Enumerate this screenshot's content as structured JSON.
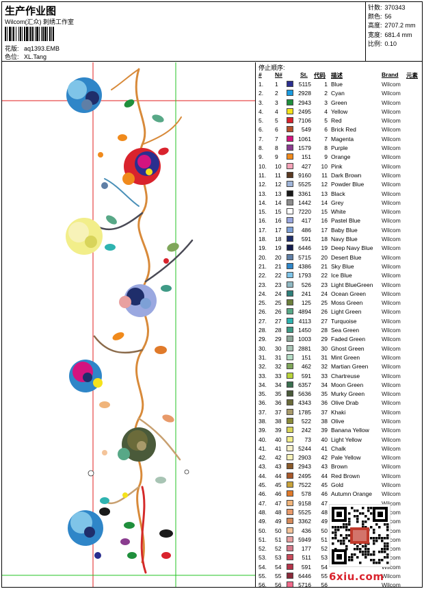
{
  "header": {
    "title": "生产作业图",
    "company": "Wilcom(汇众) 刺绣工作室",
    "pattern_label": "花版:",
    "pattern_value": "aq1393.EMB",
    "color_label": "色位:",
    "color_value": "XL.Tang"
  },
  "stats": [
    {
      "label": "针数:",
      "value": "370343"
    },
    {
      "label": "颜色:",
      "value": "56"
    },
    {
      "label": "高度:",
      "value": "2707.2 mm"
    },
    {
      "label": "宽度:",
      "value": "681.4 mm"
    },
    {
      "label": "比例:",
      "value": "0.10"
    }
  ],
  "stop_sequence": {
    "title": "停止顺序:",
    "columns": [
      "#",
      "N#",
      "St.",
      "代码",
      "描述",
      "Brand",
      "元素"
    ],
    "rows": [
      {
        "idx": "1.",
        "no": "1",
        "color": "#2b2f8f",
        "st": "5115",
        "code": "1",
        "desc": "Blue",
        "brand": "Wilcom"
      },
      {
        "idx": "2.",
        "no": "2",
        "color": "#1a9be0",
        "st": "2928",
        "code": "2",
        "desc": "Cyan",
        "brand": "Wilcom"
      },
      {
        "idx": "3.",
        "no": "3",
        "color": "#1f8f3c",
        "st": "2943",
        "code": "3",
        "desc": "Green",
        "brand": "Wilcom"
      },
      {
        "idx": "4.",
        "no": "4",
        "color": "#f5e21b",
        "st": "2495",
        "code": "4",
        "desc": "Yellow",
        "brand": "Wilcom"
      },
      {
        "idx": "5.",
        "no": "5",
        "color": "#d9232d",
        "st": "7106",
        "code": "5",
        "desc": "Red",
        "brand": "Wilcom"
      },
      {
        "idx": "6.",
        "no": "6",
        "color": "#b5502c",
        "st": "549",
        "code": "6",
        "desc": "Brick Red",
        "brand": "Wilcom"
      },
      {
        "idx": "7.",
        "no": "7",
        "color": "#d4147f",
        "st": "1061",
        "code": "7",
        "desc": "Magenta",
        "brand": "Wilcom"
      },
      {
        "idx": "8.",
        "no": "8",
        "color": "#8a3c8f",
        "st": "1579",
        "code": "8",
        "desc": "Purple",
        "brand": "Wilcom"
      },
      {
        "idx": "9.",
        "no": "9",
        "color": "#f08a1c",
        "st": "151",
        "code": "9",
        "desc": "Orange",
        "brand": "Wilcom"
      },
      {
        "idx": "10.",
        "no": "10",
        "color": "#f5a3b8",
        "st": "427",
        "code": "10",
        "desc": "Pink",
        "brand": "Wilcom"
      },
      {
        "idx": "11.",
        "no": "11",
        "color": "#5a3a22",
        "st": "9160",
        "code": "11",
        "desc": "Dark Brown",
        "brand": "Wilcom"
      },
      {
        "idx": "12.",
        "no": "12",
        "color": "#9fb4d8",
        "st": "5525",
        "code": "12",
        "desc": "Powder Blue",
        "brand": "Wilcom"
      },
      {
        "idx": "13.",
        "no": "13",
        "color": "#1a1a1a",
        "st": "3361",
        "code": "13",
        "desc": "Black",
        "brand": "Wilcom"
      },
      {
        "idx": "14.",
        "no": "14",
        "color": "#8c8c8c",
        "st": "1442",
        "code": "14",
        "desc": "Grey",
        "brand": "Wilcom"
      },
      {
        "idx": "15.",
        "no": "15",
        "color": "#ffffff",
        "st": "7220",
        "code": "15",
        "desc": "White",
        "brand": "Wilcom"
      },
      {
        "idx": "16.",
        "no": "16",
        "color": "#9aa8e0",
        "st": "417",
        "code": "16",
        "desc": "Pastel Blue",
        "brand": "Wilcom"
      },
      {
        "idx": "17.",
        "no": "17",
        "color": "#7da0d6",
        "st": "486",
        "code": "17",
        "desc": "Baby Blue",
        "brand": "Wilcom"
      },
      {
        "idx": "18.",
        "no": "18",
        "color": "#1f2e6b",
        "st": "591",
        "code": "18",
        "desc": "Navy Blue",
        "brand": "Wilcom"
      },
      {
        "idx": "19.",
        "no": "19",
        "color": "#141d4f",
        "st": "6446",
        "code": "19",
        "desc": "Deep Navy Blue",
        "brand": "Wilcom"
      },
      {
        "idx": "20.",
        "no": "20",
        "color": "#5f7fa6",
        "st": "5715",
        "code": "20",
        "desc": "Desert Blue",
        "brand": "Wilcom"
      },
      {
        "idx": "21.",
        "no": "21",
        "color": "#2f86c8",
        "st": "4386",
        "code": "21",
        "desc": "Sky Blue",
        "brand": "Wilcom"
      },
      {
        "idx": "22.",
        "no": "22",
        "color": "#7fc4e8",
        "st": "1793",
        "code": "22",
        "desc": "Ice Blue",
        "brand": "Wilcom"
      },
      {
        "idx": "23.",
        "no": "23",
        "color": "#8fb8c2",
        "st": "526",
        "code": "23",
        "desc": "Light BlueGreen",
        "brand": "Wilcom"
      },
      {
        "idx": "24.",
        "no": "24",
        "color": "#2f7f7a",
        "st": "241",
        "code": "24",
        "desc": "Ocean Green",
        "brand": "Wilcom"
      },
      {
        "idx": "25.",
        "no": "25",
        "color": "#6c7f3b",
        "st": "125",
        "code": "25",
        "desc": "Moss Green",
        "brand": "Wilcom"
      },
      {
        "idx": "26.",
        "no": "26",
        "color": "#58a887",
        "st": "4894",
        "code": "26",
        "desc": "Light Green",
        "brand": "Wilcom"
      },
      {
        "idx": "27.",
        "no": "27",
        "color": "#2fb3b0",
        "st": "4113",
        "code": "27",
        "desc": "Turquoise",
        "brand": "Wilcom"
      },
      {
        "idx": "28.",
        "no": "28",
        "color": "#3f9a86",
        "st": "1450",
        "code": "28",
        "desc": "Sea Green",
        "brand": "Wilcom"
      },
      {
        "idx": "29.",
        "no": "29",
        "color": "#8fa89a",
        "st": "1003",
        "code": "29",
        "desc": "Faded Green",
        "brand": "Wilcom"
      },
      {
        "idx": "30.",
        "no": "30",
        "color": "#a8c4b4",
        "st": "2881",
        "code": "30",
        "desc": "Ghost Green",
        "brand": "Wilcom"
      },
      {
        "idx": "31.",
        "no": "31",
        "color": "#b4dcc4",
        "st": "151",
        "code": "31",
        "desc": "Mint Green",
        "brand": "Wilcom"
      },
      {
        "idx": "32.",
        "no": "32",
        "color": "#7fa65a",
        "st": "462",
        "code": "32",
        "desc": "Martian Green",
        "brand": "Wilcom"
      },
      {
        "idx": "33.",
        "no": "33",
        "color": "#b8d43a",
        "st": "591",
        "code": "33",
        "desc": "Chartreuse",
        "brand": "Wilcom"
      },
      {
        "idx": "34.",
        "no": "34",
        "color": "#3a6f4f",
        "st": "6357",
        "code": "34",
        "desc": "Moon Green",
        "brand": "Wilcom"
      },
      {
        "idx": "35.",
        "no": "35",
        "color": "#4a5a3a",
        "st": "5636",
        "code": "35",
        "desc": "Murky Green",
        "brand": "Wilcom"
      },
      {
        "idx": "36.",
        "no": "36",
        "color": "#6b6b3a",
        "st": "4343",
        "code": "36",
        "desc": "Olive Drab",
        "brand": "Wilcom"
      },
      {
        "idx": "37.",
        "no": "37",
        "color": "#a89a6a",
        "st": "1785",
        "code": "37",
        "desc": "Khaki",
        "brand": "Wilcom"
      },
      {
        "idx": "38.",
        "no": "38",
        "color": "#8a8a3a",
        "st": "522",
        "code": "38",
        "desc": "Olive",
        "brand": "Wilcom"
      },
      {
        "idx": "39.",
        "no": "39",
        "color": "#d8d45a",
        "st": "242",
        "code": "39",
        "desc": "Banana Yellow",
        "brand": "Wilcom"
      },
      {
        "idx": "40.",
        "no": "40",
        "color": "#f2ee8a",
        "st": "73",
        "code": "40",
        "desc": "Light Yellow",
        "brand": "Wilcom"
      },
      {
        "idx": "41.",
        "no": "41",
        "color": "#f6f0c8",
        "st": "5244",
        "code": "41",
        "desc": "Chalk",
        "brand": "Wilcom"
      },
      {
        "idx": "42.",
        "no": "42",
        "color": "#f7f2b8",
        "st": "2903",
        "code": "42",
        "desc": "Pale Yellow",
        "brand": "Wilcom"
      },
      {
        "idx": "43.",
        "no": "43",
        "color": "#8a5a2a",
        "st": "2943",
        "code": "43",
        "desc": "Brown",
        "brand": "Wilcom"
      },
      {
        "idx": "44.",
        "no": "44",
        "color": "#a8582a",
        "st": "2495",
        "code": "44",
        "desc": "Red Brown",
        "brand": "Wilcom"
      },
      {
        "idx": "45.",
        "no": "45",
        "color": "#c8a23a",
        "st": "7522",
        "code": "45",
        "desc": "Gold",
        "brand": "Wilcom"
      },
      {
        "idx": "46.",
        "no": "46",
        "color": "#e07a2a",
        "st": "578",
        "code": "46",
        "desc": "Autumn Orange",
        "brand": "Wilcom"
      },
      {
        "idx": "47.",
        "no": "47",
        "color": "#f0b47a",
        "st": "9158",
        "code": "47",
        "desc": "",
        "brand": "Wilcom"
      },
      {
        "idx": "48.",
        "no": "48",
        "color": "#e89a6a",
        "st": "5525",
        "code": "48",
        "desc": "",
        "brand": "Wilcom"
      },
      {
        "idx": "49.",
        "no": "49",
        "color": "#d48a5a",
        "st": "3362",
        "code": "49",
        "desc": "",
        "brand": "Wilcom"
      },
      {
        "idx": "50.",
        "no": "50",
        "color": "#f4c49a",
        "st": "436",
        "code": "50",
        "desc": "",
        "brand": "Wilcom"
      },
      {
        "idx": "51.",
        "no": "51",
        "color": "#e8a0a0",
        "st": "5949",
        "code": "51",
        "desc": "",
        "brand": "Wilcom"
      },
      {
        "idx": "52.",
        "no": "52",
        "color": "#d47a8a",
        "st": "177",
        "code": "52",
        "desc": "",
        "brand": "Wilcom"
      },
      {
        "idx": "53.",
        "no": "53",
        "color": "#c84a5a",
        "st": "511",
        "code": "53",
        "desc": "",
        "brand": "Wilcom"
      },
      {
        "idx": "54.",
        "no": "54",
        "color": "#b4344a",
        "st": "591",
        "code": "54",
        "desc": "",
        "brand": "Wilcom"
      },
      {
        "idx": "55.",
        "no": "55",
        "color": "#8a2a3a",
        "st": "6446",
        "code": "55",
        "desc": "",
        "brand": "Wilcom"
      },
      {
        "idx": "56.",
        "no": "56",
        "color": "#f06a8a",
        "st": "5716",
        "code": "56",
        "desc": "",
        "brand": "Wilcom"
      }
    ]
  },
  "watermark": "6xiu.com",
  "guide_colors": {
    "red": "#e11d1d",
    "green": "#22c322"
  }
}
